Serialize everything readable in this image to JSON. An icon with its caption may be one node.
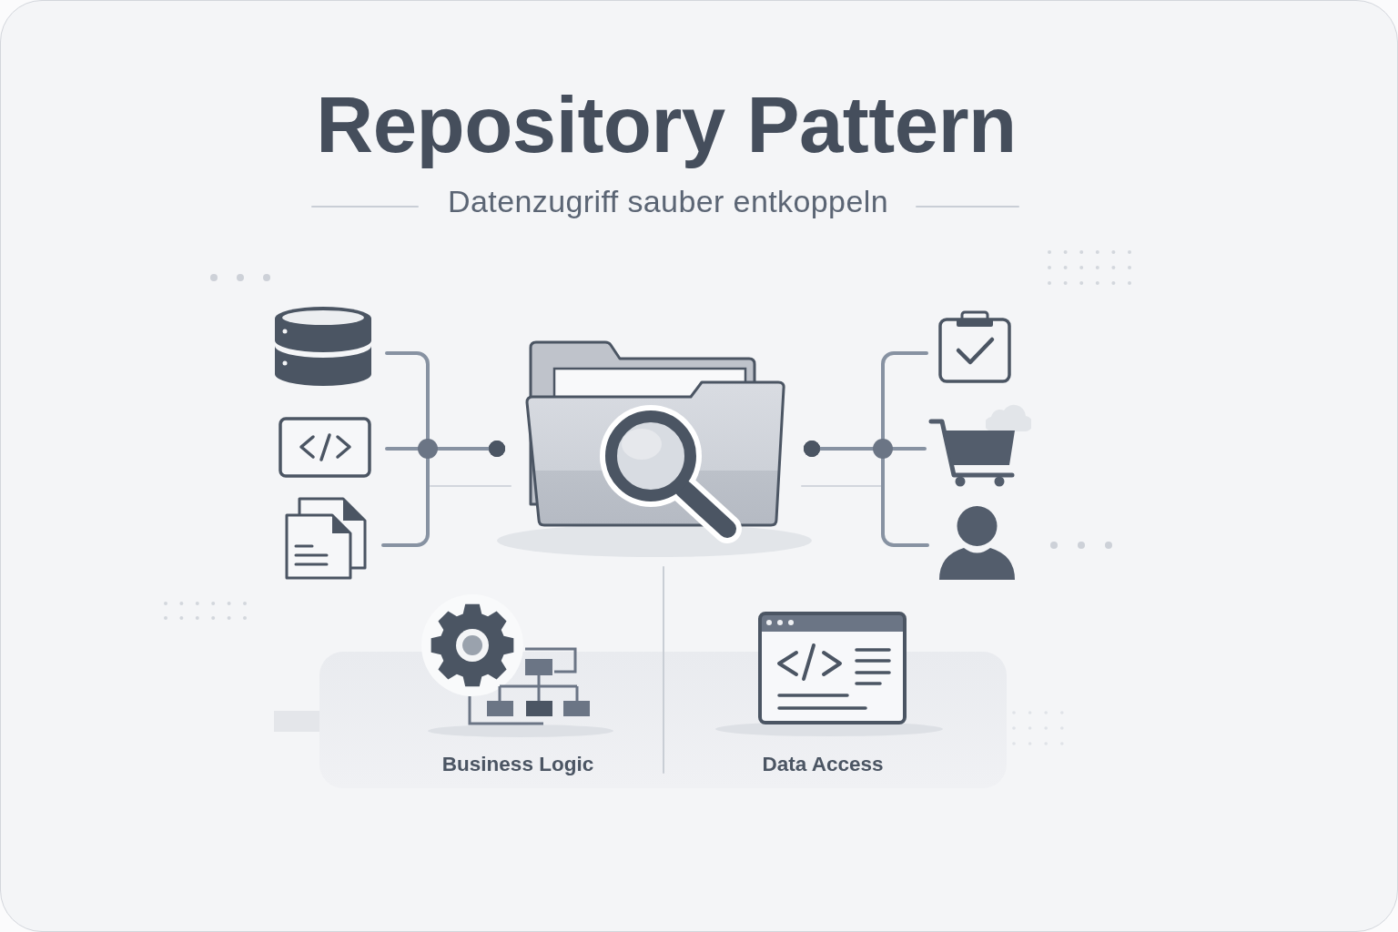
{
  "diagram": {
    "title": "Repository Pattern",
    "nodes": [
      {
        "text": [],
        "shape": "cylinder"
      },
      {
        "text": [],
        "shape": "picture"
      },
      {
        "text": [],
        "shape": "picture"
      },
      {
        "text": [],
        "shape": "picture"
      },
      {
        "text": [],
        "shape": "picture"
      },
      {
        "text": [],
        "shape": "picture"
      },
      {
        "text": [],
        "shape": "person"
      },
      {
        "text": [
          "Business Logic"
        ]
      },
      {
        "text": [
          "Data Access"
        ]
      }
    ],
    "edges": [
      {
        "from": 0,
        "to": 3,
        "arrow": "other"
      },
      {
        "from": 1,
        "to": 3,
        "arrow": "other"
      },
      {
        "from": 2,
        "to": 3,
        "arrow": "other"
      },
      {
        "from": 4,
        "to": 3,
        "arrow": "other"
      },
      {
        "from": 5,
        "to": 3,
        "arrow": "other"
      },
      {
        "from": 6,
        "to": 3,
        "arrow": "other"
      }
    ],
    "labels": [
      "Datenzugriff sauber entkoppeln"
    ]
  }
}
